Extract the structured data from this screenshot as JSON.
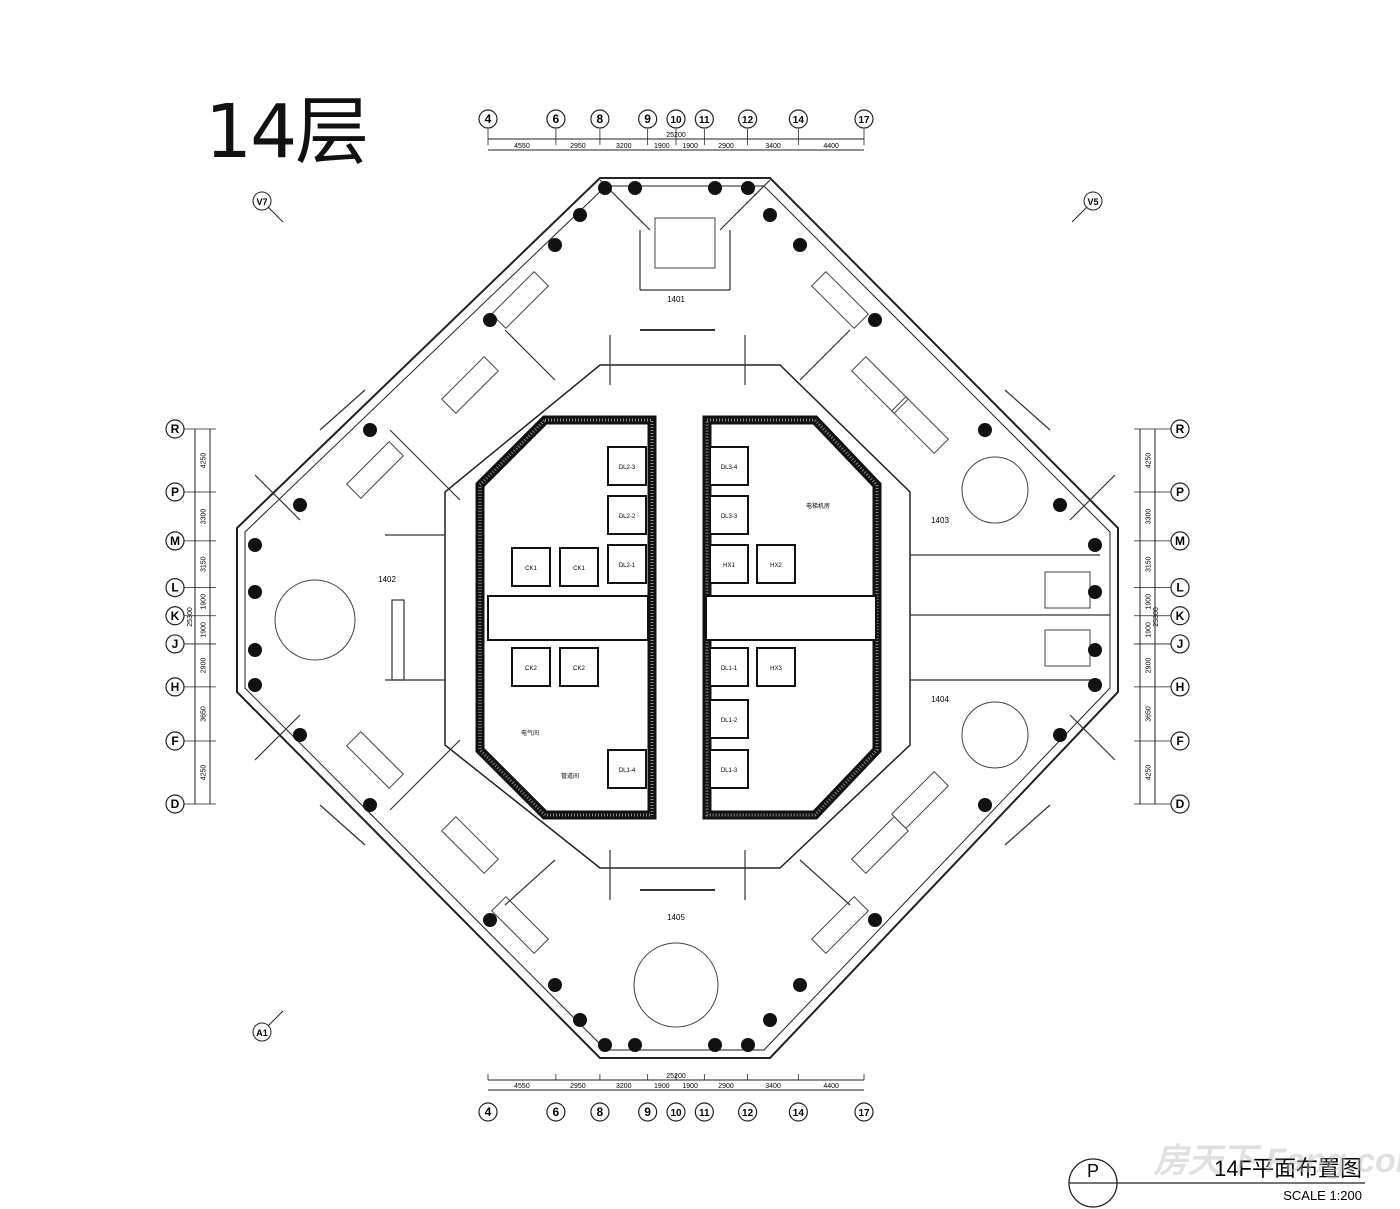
{
  "floor_title": "14层",
  "grid_top": {
    "axes": [
      {
        "label": "4",
        "pos": 0
      },
      {
        "label": "6",
        "pos": 4550
      },
      {
        "label": "8",
        "pos": 7500
      },
      {
        "label": "9",
        "pos": 10700
      },
      {
        "label": "10",
        "pos": 12600
      },
      {
        "label": "11",
        "pos": 14500
      },
      {
        "label": "12",
        "pos": 17400
      },
      {
        "label": "14",
        "pos": 20800
      },
      {
        "label": "17",
        "pos": 25200
      }
    ],
    "spans": [
      "4550",
      "2950",
      "3200",
      "1900",
      "1900",
      "2900",
      "3400",
      "4400"
    ],
    "total": "25200"
  },
  "grid_side": {
    "axes": [
      {
        "label": "R",
        "pos": 0
      },
      {
        "label": "P",
        "pos": 4250
      },
      {
        "label": "M",
        "pos": 7550
      },
      {
        "label": "L",
        "pos": 10700
      },
      {
        "label": "K",
        "pos": 12600
      },
      {
        "label": "J",
        "pos": 14500
      },
      {
        "label": "H",
        "pos": 17400
      },
      {
        "label": "F",
        "pos": 21050
      },
      {
        "label": "D",
        "pos": 25300
      }
    ],
    "spans": [
      "4250",
      "3300",
      "3150",
      "1900",
      "1900",
      "2900",
      "3650",
      "4250"
    ],
    "total": "25300"
  },
  "diagonal_axes": [
    "V7",
    "V5",
    "A1"
  ],
  "units": [
    "1401",
    "1402",
    "1403",
    "1404",
    "1405"
  ],
  "core": {
    "elevators_left": [
      "DL2-3",
      "DL2-2",
      "DL2-1",
      "CK1",
      "CK1",
      "CK2",
      "CK2",
      "DL1-4"
    ],
    "elevators_right": [
      "DL3-4",
      "DL3-3",
      "HX1",
      "HX2",
      "DL1-1",
      "DL1-2",
      "DL1-3",
      "HX3"
    ],
    "rooms": [
      "电气间",
      "管道间",
      "电梯机房"
    ]
  },
  "drawing_title": "14F平面布置图",
  "scale": "SCALE 1:200",
  "sheet_symbol": "P",
  "watermark": "房天下 Fang.com"
}
